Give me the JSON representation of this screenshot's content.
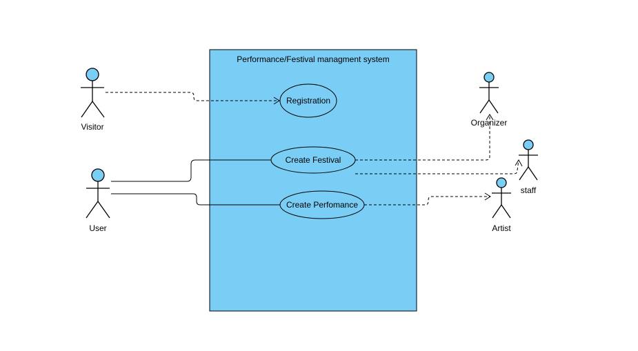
{
  "system": {
    "title": "Performance/Festival managment system",
    "fill": "#7ACDF5",
    "stroke": "#000000"
  },
  "actors": {
    "visitor": {
      "label": "Visitor"
    },
    "user": {
      "label": "User"
    },
    "organizer": {
      "label": "Organizer"
    },
    "staff": {
      "label": "staff"
    },
    "artist": {
      "label": "Artist"
    }
  },
  "use_cases": {
    "registration": {
      "label": "Registration"
    },
    "create_festival": {
      "label": "Create Festival"
    },
    "create_performance": {
      "label": "Create Perfomance"
    }
  },
  "colors": {
    "actor_head": "#7ACDF5",
    "line": "#000000"
  }
}
